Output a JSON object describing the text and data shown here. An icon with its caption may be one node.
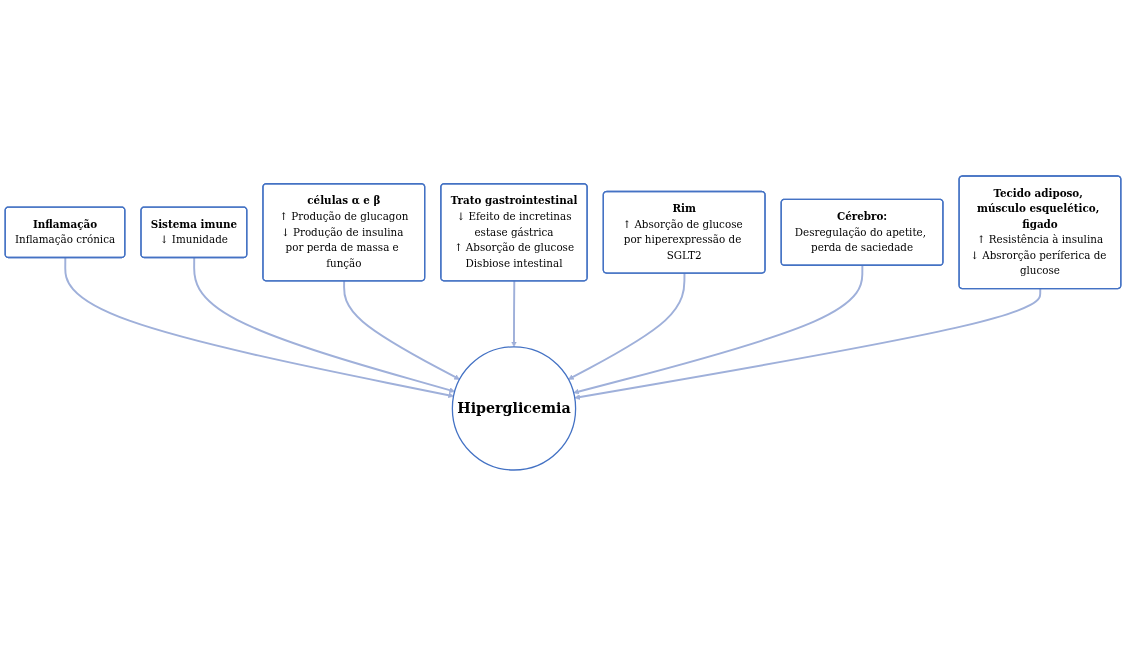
{
  "diagram": {
    "nodes": [
      {
        "text": [
          "Inflamação",
          "Inflamação crónica"
        ]
      },
      {
        "text": [
          "Sistema imune",
          "↓ Imunidade"
        ]
      },
      {
        "text": [
          "células α e β",
          "↑ Produção de glucagon",
          "↓ Produção de insulina por perda de massa e função"
        ]
      },
      {
        "text": [
          "Trato gastrointestinal",
          "↓ Efeito de incretinas",
          "estase gástrica",
          "↑ Absorção de glucose",
          "Disbiose intestinal"
        ]
      },
      {
        "text": [
          "Rim",
          "↑ Absorção de glucose por hiperexpressão de SGLT2"
        ]
      },
      {
        "text": [
          "Cérebro:",
          "Desregulação do apetite, perda de saciedade"
        ]
      },
      {
        "text": [
          "Tecido adiposo, músculo esquelético, figado",
          "↑ Resistência à insulina",
          "↓ Absrorção períferica de glucose"
        ]
      },
      {
        "text": [
          "Hiperglicemia"
        ]
      }
    ],
    "edges": [
      {
        "from": 0,
        "to": 7,
        "arrow": "to"
      },
      {
        "from": 1,
        "to": 7,
        "arrow": "to"
      },
      {
        "from": 2,
        "to": 7,
        "arrow": "to"
      },
      {
        "from": 3,
        "to": 7,
        "arrow": "to"
      },
      {
        "from": 4,
        "to": 7,
        "arrow": "to"
      },
      {
        "from": 5,
        "to": 7,
        "arrow": "to"
      },
      {
        "from": 6,
        "to": 7,
        "arrow": "to"
      }
    ]
  }
}
